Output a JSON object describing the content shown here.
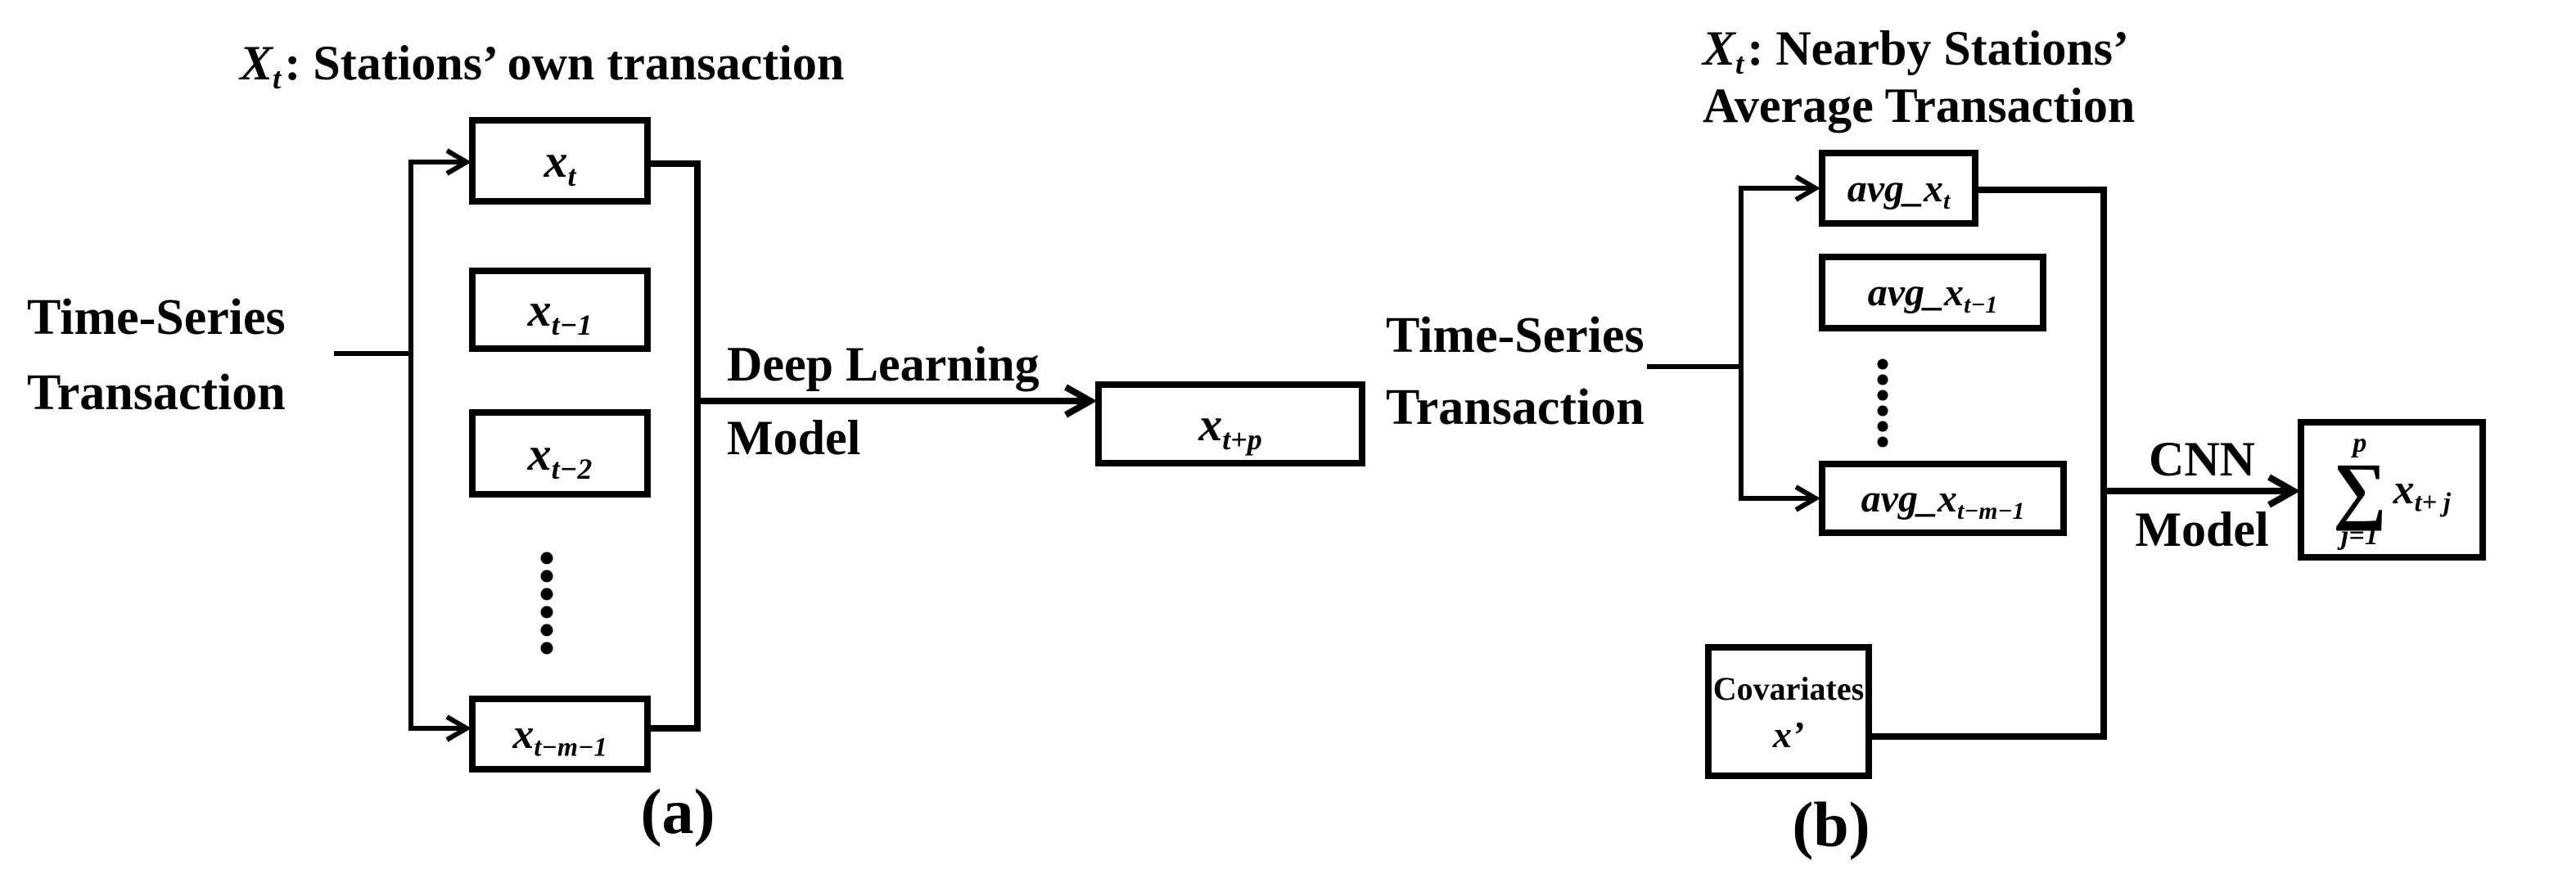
{
  "figure": {
    "background": "#ffffff",
    "ink": "#000000",
    "panel_a": {
      "caption": "(a)",
      "title": {
        "var": "X",
        "var_sub": "t",
        "rest": ": Stations’ own transaction"
      },
      "source_label": {
        "line1": "Time-Series",
        "line2": "Transaction"
      },
      "input_boxes": [
        {
          "base": "x",
          "sub": "t"
        },
        {
          "base": "x",
          "sub": "t−1"
        },
        {
          "base": "x",
          "sub": "t−2"
        },
        {
          "base": "x",
          "sub": "t−m−1"
        }
      ],
      "model_label": {
        "line1": "Deep Learning",
        "line2": "Model"
      },
      "output_box": {
        "base": "x",
        "sub": "t+p"
      }
    },
    "panel_b": {
      "caption": "(b)",
      "title": {
        "var": "X",
        "var_sub": "t",
        "rest_line1": ": Nearby Stations’",
        "rest_line2": "Average Transaction"
      },
      "source_label": {
        "line1": "Time-Series",
        "line2": "Transaction"
      },
      "input_boxes": [
        {
          "base": "avg_x",
          "sub": "t"
        },
        {
          "base": "avg_x",
          "sub": "t−1"
        },
        {
          "base": "avg_x",
          "sub": "t−m−1"
        }
      ],
      "covariates_box": {
        "line1": "Covariates",
        "line2": "x’"
      },
      "model_label": {
        "line1": "CNN",
        "line2": "Model"
      },
      "output_box": {
        "sigma": "∑",
        "upper": "p",
        "lower": "j=1",
        "base": "x",
        "sub": "t+ j"
      }
    }
  }
}
